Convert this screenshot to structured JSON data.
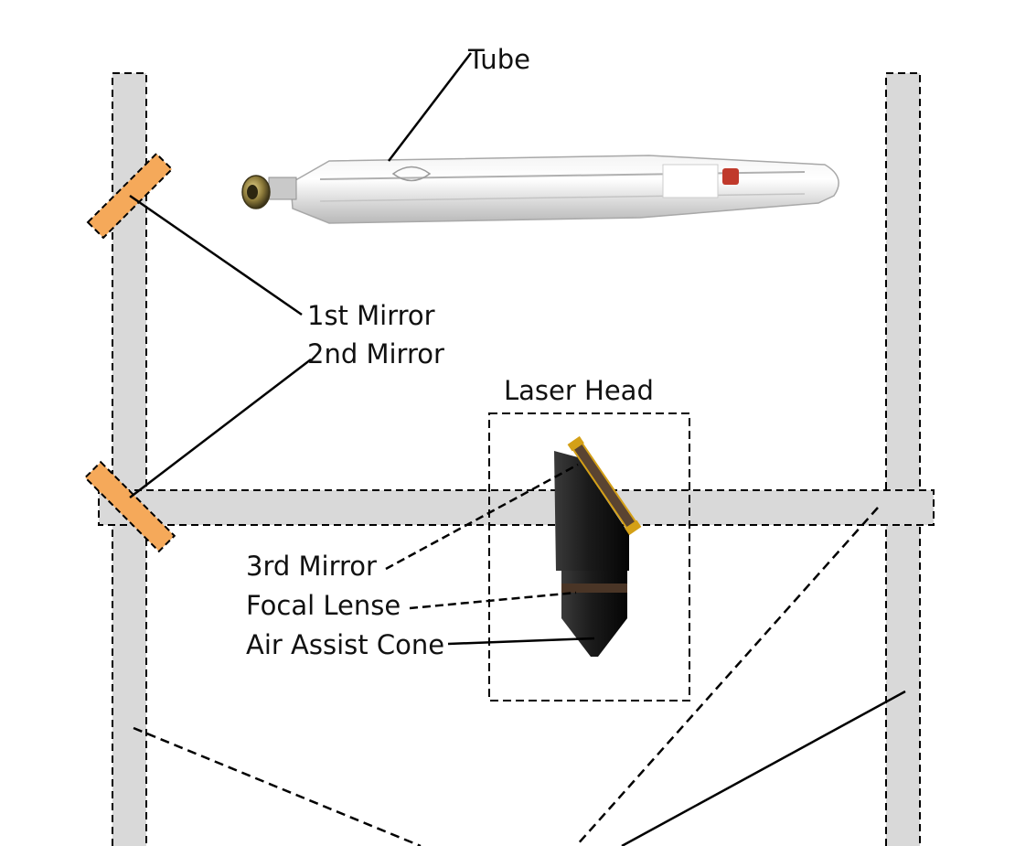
{
  "labels": {
    "tube": "Tube",
    "first_mirror": "1st Mirror",
    "second_mirror": "2nd Mirror",
    "laser_head": "Laser Head",
    "third_mirror": "3rd Mirror",
    "focal_lense": "Focal Lense",
    "air_assist_cone": "Air Assist Cone"
  },
  "colors": {
    "rail_fill": "#d9d9d9",
    "mirror_fill": "#f5a95a",
    "head_dark": "#1a1a1a",
    "lens_band": "#4a3526",
    "mirror_gold": "#d4a017",
    "line": "#000000"
  }
}
